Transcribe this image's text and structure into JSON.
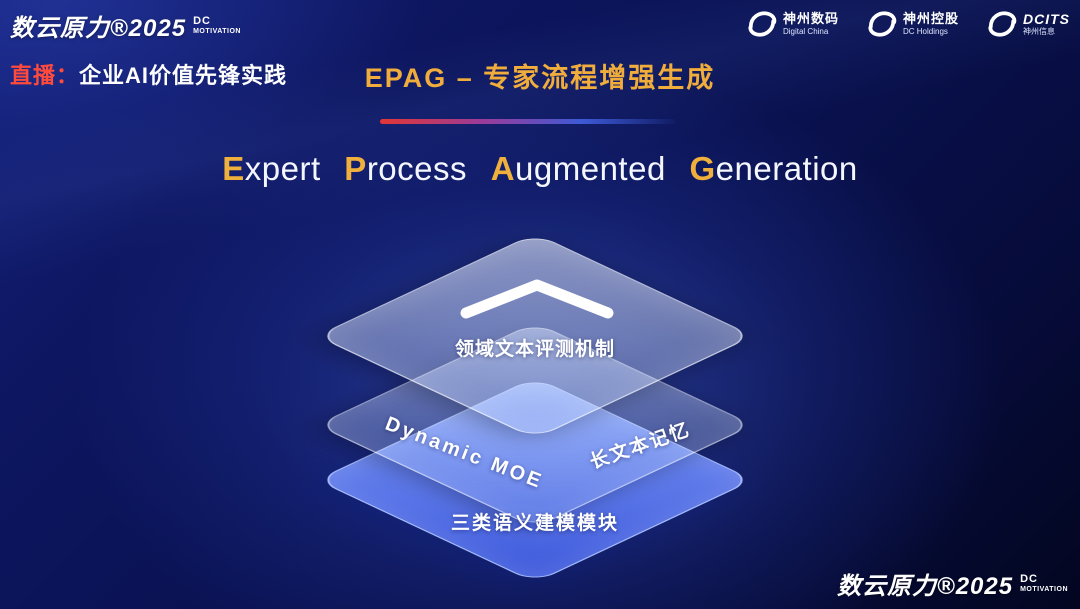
{
  "brand": {
    "name": "数云原力®2025",
    "sub_line1": "DC",
    "sub_line2": "MOTIVATION"
  },
  "header": {
    "live_prefix": "直播：",
    "live_text": "企业AI价值先锋实践",
    "title_cn": "EPAG – 专家流程增强生成",
    "partner_logos": [
      {
        "name": "神州数码",
        "sub": "Digital China"
      },
      {
        "name": "神州控股",
        "sub": "DC Holdings"
      },
      {
        "name": "DCITS",
        "sub": "神州信息"
      }
    ]
  },
  "main": {
    "title_en_words": [
      {
        "first": "E",
        "rest": "xpert"
      },
      {
        "first": "P",
        "rest": "rocess"
      },
      {
        "first": "A",
        "rest": "ugmented"
      },
      {
        "first": "G",
        "rest": "eneration"
      }
    ]
  },
  "diagram": {
    "top_layer_label": "领域文本评测机制",
    "middle_layer_label_left": "Dynamic MOE",
    "middle_layer_label_right": "长文本记忆",
    "bottom_layer_label": "三类语义建模模块"
  },
  "icons": {
    "top_layer": "chevron-up-icon",
    "partner": "swoosh-logo-icon"
  },
  "colors": {
    "accent_gold": "#f0b03c",
    "accent_red": "#e23636",
    "divider_gradient": [
      "#e23636",
      "#9a3c9a",
      "#3d5ad6"
    ],
    "layer_blue": "#405ce4",
    "background_navy": "#0a1252"
  }
}
